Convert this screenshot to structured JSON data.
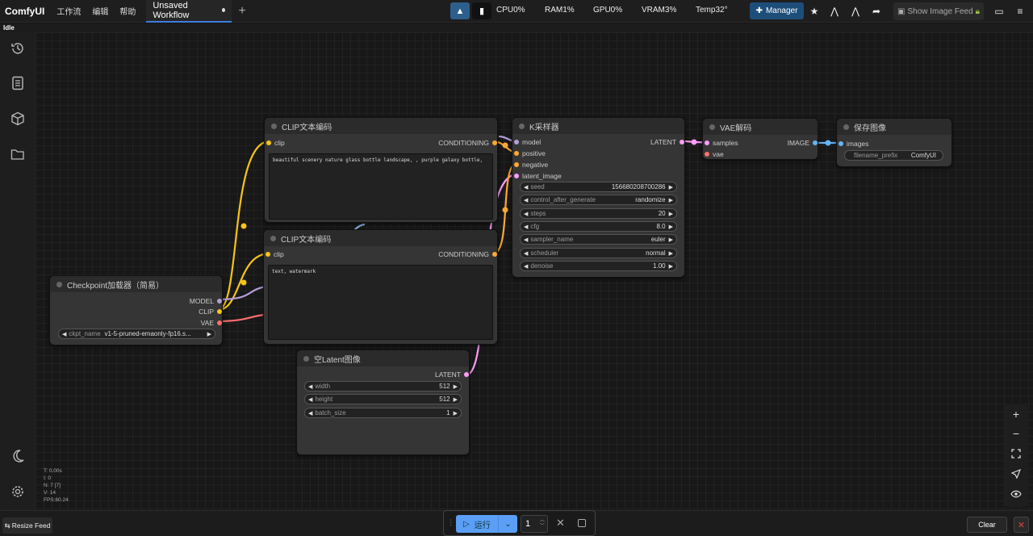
{
  "app": {
    "logo": "ComfyUI",
    "menu": [
      "工作流",
      "编辑",
      "帮助"
    ],
    "tab_title": "Unsaved Workflow",
    "status": "Idle"
  },
  "stats": {
    "cpu": "CPU0%",
    "ram": "RAM1%",
    "gpu": "GPU0%",
    "vram": "VRAM3%",
    "temp": "Temp32°"
  },
  "toolbar": {
    "manager_label": "Manager",
    "feed_label": "Show Image Feed"
  },
  "nodes": {
    "clip1": {
      "title": "CLIP文本编码",
      "input": "clip",
      "output": "CONDITIONING",
      "text": "beautiful scenery nature glass bottle landscape, , purple galaxy bottle,"
    },
    "clip2": {
      "title": "CLIP文本编码",
      "input": "clip",
      "output": "CONDITIONING",
      "text": "text, watermark"
    },
    "ksampler": {
      "title": "K采样器",
      "inputs": [
        "model",
        "positive",
        "negative",
        "latent_image"
      ],
      "output": "LATENT",
      "widgets": [
        {
          "label": "seed",
          "value": "156680208700286"
        },
        {
          "label": "control_after_generate",
          "value": "randomize"
        },
        {
          "label": "steps",
          "value": "20"
        },
        {
          "label": "cfg",
          "value": "8.0"
        },
        {
          "label": "sampler_name",
          "value": "euler"
        },
        {
          "label": "scheduler",
          "value": "normal"
        },
        {
          "label": "denoise",
          "value": "1.00"
        }
      ]
    },
    "vae": {
      "title": "VAE解码",
      "inputs": [
        "samples",
        "vae"
      ],
      "output": "IMAGE"
    },
    "save": {
      "title": "保存图像",
      "input": "images",
      "widget_label": "filename_prefix",
      "widget_value": "ComfyUI"
    },
    "checkpoint": {
      "title": "Checkpoint加载器（简易）",
      "outputs": [
        "MODEL",
        "CLIP",
        "VAE"
      ],
      "widget_label": "ckpt_name",
      "widget_value": "v1-5-pruned-emaonly-fp16.s..."
    },
    "latent": {
      "title": "空Latent图像",
      "output": "LATENT",
      "widgets": [
        {
          "label": "width",
          "value": "512"
        },
        {
          "label": "height",
          "value": "512"
        },
        {
          "label": "batch_size",
          "value": "1"
        }
      ]
    }
  },
  "canvas_stats": [
    "T: 0.00s",
    "I: 0",
    "N: 7 [7]",
    "V: 14",
    "FPS:60.24"
  ],
  "bottom": {
    "resize_feed": "Resize Feed",
    "run_label": "运行",
    "batch_count": "1",
    "clear_label": "Clear"
  },
  "colors": {
    "clip": "#f5c518",
    "model": "#b39ddb",
    "conditioning": "#ffa931",
    "latent": "#ff9cf9",
    "vae": "#ff6e6e",
    "image": "#64b5f6",
    "accent": "#5a9ff5"
  }
}
